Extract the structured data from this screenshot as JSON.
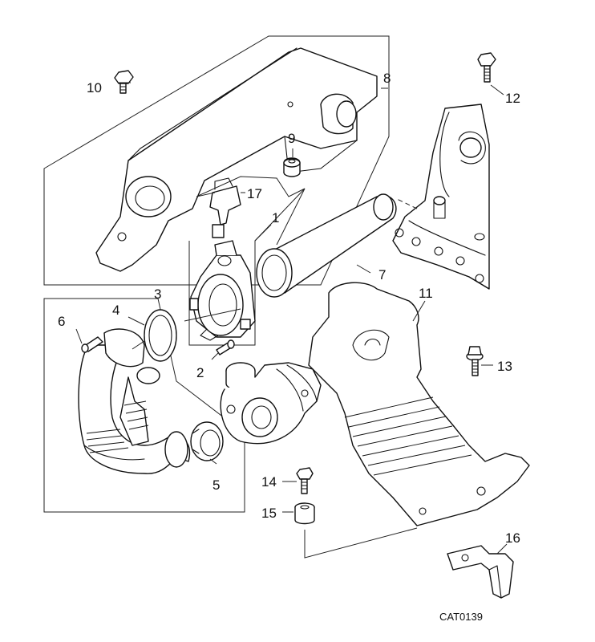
{
  "diagram": {
    "callouts": {
      "c1": "1",
      "c2": "2",
      "c3": "3",
      "c4": "4",
      "c5": "5",
      "c6": "6",
      "c7": "7",
      "c8": "8",
      "c9": "9",
      "c10": "10",
      "c11": "11",
      "c12": "12",
      "c13": "13",
      "c14": "14",
      "c15": "15",
      "c16": "16",
      "c17": "17"
    },
    "catalog_code": "CAT0139",
    "line_color": "#111111",
    "background_color": "#ffffff"
  }
}
